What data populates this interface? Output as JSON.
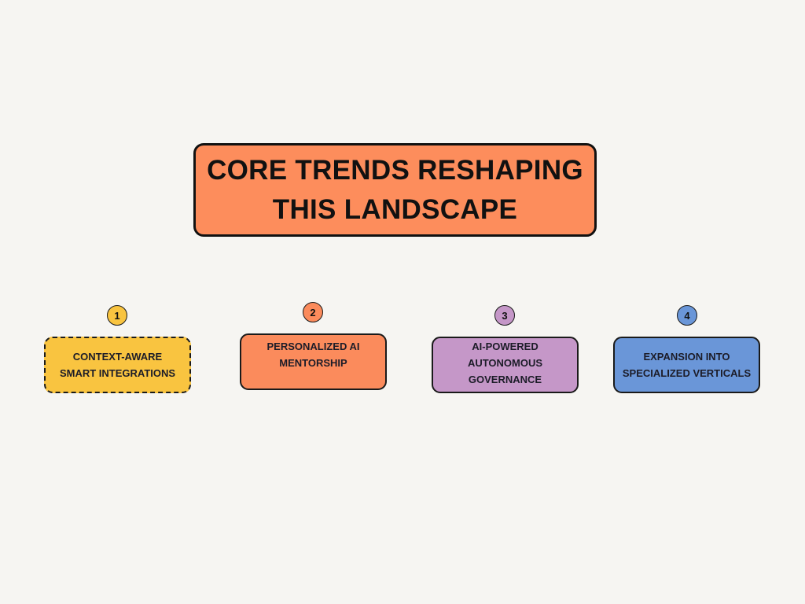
{
  "title": "CORE TRENDS RESHAPING\nTHIS LANDSCAPE",
  "trends": [
    {
      "number": "1",
      "label": "CONTEXT-AWARE\nSMART INTEGRATIONS",
      "color": "#f9c440"
    },
    {
      "number": "2",
      "label": "PERSONALIZED AI\nMENTORSHIP",
      "color": "#fb8b5c"
    },
    {
      "number": "3",
      "label": "AI-POWERED\nAUTONOMOUS\nGOVERNANCE",
      "color": "#c597c8"
    },
    {
      "number": "4",
      "label": "EXPANSION INTO\nSPECIALIZED VERTICALS",
      "color": "#6a96d8"
    }
  ]
}
